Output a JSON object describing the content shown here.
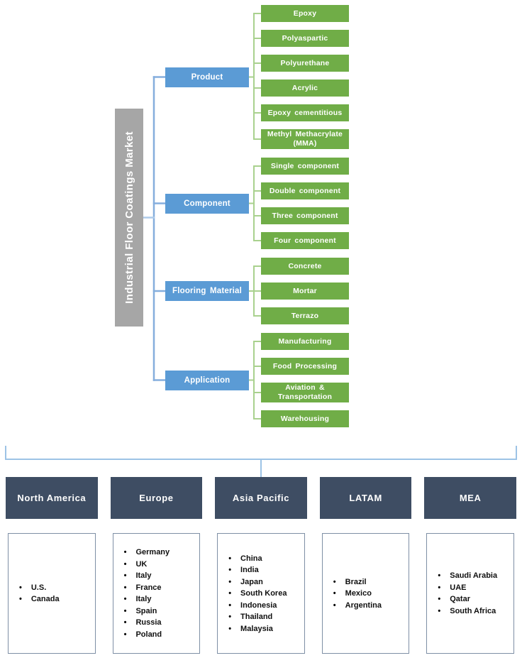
{
  "title_bar": {
    "text": "Industrial Floor Coatings Market"
  },
  "tree": {
    "groups": [
      {
        "label": "Product",
        "children": [
          "Epoxy",
          "Polyaspartic",
          "Polyurethane",
          "Acrylic",
          "Epoxy cementitious",
          "Methyl Methacrylate (MMA)"
        ]
      },
      {
        "label": "Component",
        "children": [
          "Single component",
          "Double component",
          "Three component",
          "Four component"
        ]
      },
      {
        "label": "Flooring Material",
        "children": [
          "Concrete",
          "Mortar",
          "Terrazo"
        ]
      },
      {
        "label": "Application",
        "children": [
          "Manufacturing",
          "Food Processing",
          "Aviation & Transportation",
          "Warehousing"
        ]
      }
    ]
  },
  "regions": [
    {
      "name": "North America",
      "countries": [
        "U.S.",
        "Canada"
      ]
    },
    {
      "name": "Europe",
      "countries": [
        "Germany",
        "UK",
        "Italy",
        "France",
        "Italy",
        "Spain",
        "Russia",
        "Poland"
      ]
    },
    {
      "name": "Asia Pacific",
      "countries": [
        "China",
        "India",
        "Japan",
        "South Korea",
        "Indonesia",
        "Thailand",
        "Malaysia"
      ]
    },
    {
      "name": "LATAM",
      "countries": [
        "Brazil",
        "Mexico",
        "Argentina"
      ]
    },
    {
      "name": "MEA",
      "countries": [
        "Saudi Arabia",
        "UAE",
        "Qatar",
        "South Africa"
      ]
    }
  ],
  "icons": {
    "bullet": "•"
  },
  "colors": {
    "category_box": "#5B9BD5",
    "leaf_box": "#70AD47",
    "title_bar_bg": "#A6A6A6",
    "region_header": "#3E4D63",
    "connector_blue": "#85AEDD",
    "connector_blue_light": "#AECBEA",
    "connector_green": "#A9D18E",
    "bracket_line": "#9DC3E6",
    "country_box_border": "#7E8FA5"
  }
}
